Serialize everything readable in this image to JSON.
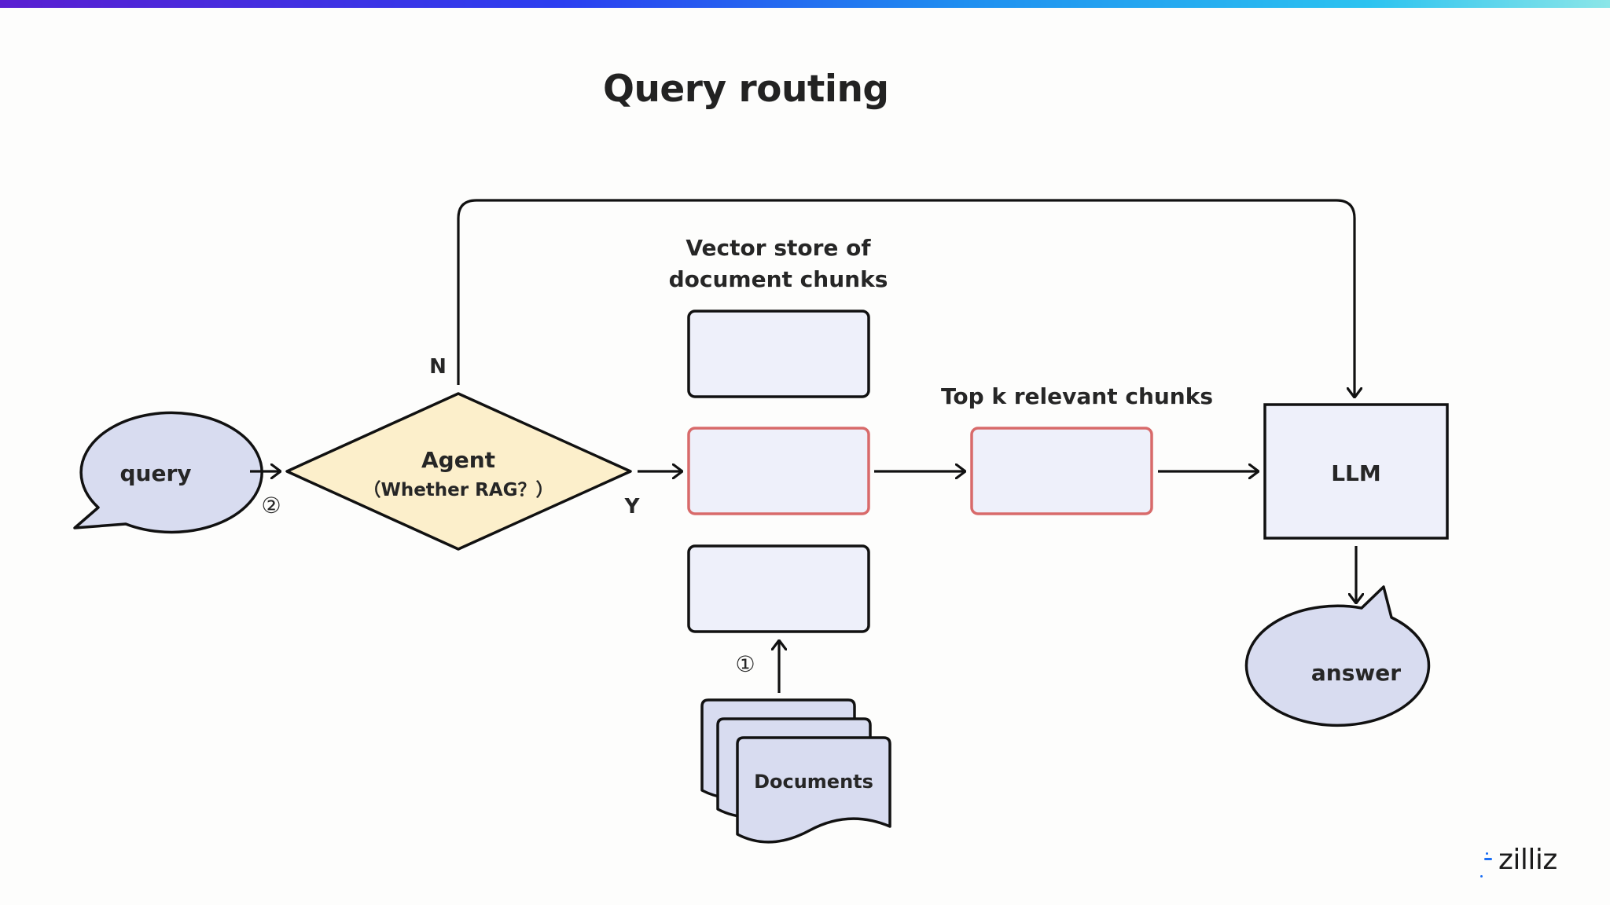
{
  "title": "Query routing",
  "nodes": {
    "query": "query",
    "agent": "Agent",
    "agent_sub": "（Whether RAG？）",
    "vector_store_label_line1": "Vector store of",
    "vector_store_label_line2": "document chunks",
    "top_k_label": "Top k relevant chunks",
    "llm": "LLM",
    "answer": "answer",
    "documents": "Documents"
  },
  "edges": {
    "no_branch": "N",
    "yes_branch": "Y",
    "step_1": "①",
    "step_2": "②"
  },
  "brand": {
    "name": "zilliz",
    "accent": "#1a6ef5"
  },
  "colors": {
    "bubble_fill": "#d8dcf0",
    "diamond_fill": "#fcefcb",
    "chunk_fill": "#eef0fa",
    "highlight_border": "#d86a6a",
    "stroke": "#111111"
  }
}
